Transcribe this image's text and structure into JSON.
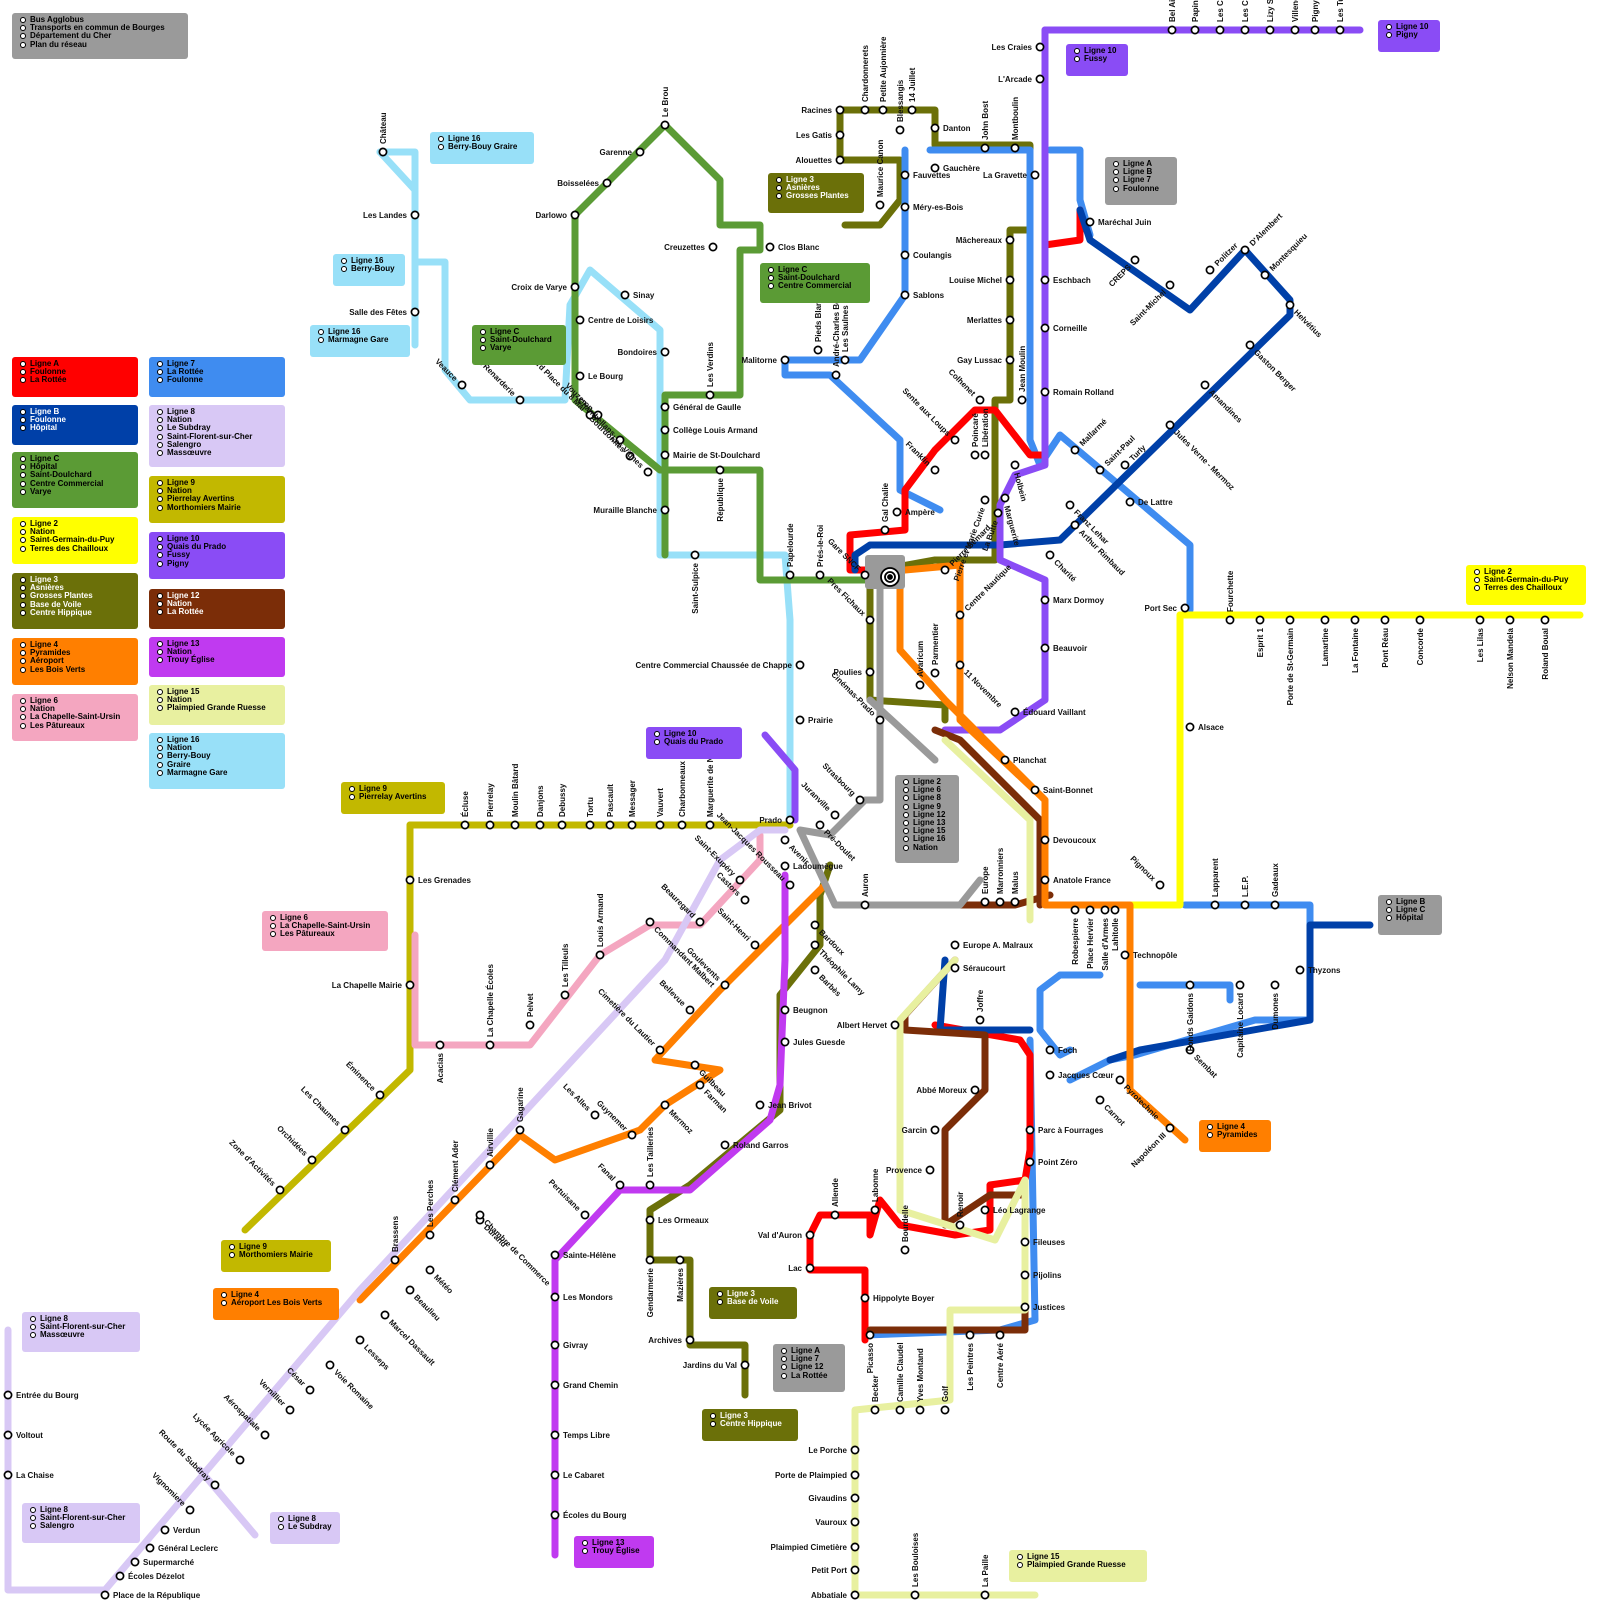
{
  "colors": {
    "A": "#ff0000",
    "B": "#0040a8",
    "C": "#5b9b35",
    "2": "#ffff00",
    "3": "#6b7009",
    "4": "#ff7f00",
    "6": "#f4a6c0",
    "7": "#3f8cf0",
    "8": "#d8c8f5",
    "9": "#c2b800",
    "10": "#8a4cf5",
    "12": "#7b2d08",
    "13": "#c03af0",
    "15": "#e8f0a0",
    "16": "#98e0f8",
    "gray": "#9a9a9a"
  },
  "icons": {
    "station": "station-circle-icon",
    "hub": "gare-sncf-hub-icon"
  },
  "header": {
    "lines": [
      "Bus Agglobus",
      "Transports en commun de Bourges",
      "Département du Cher",
      "Plan du réseau"
    ]
  },
  "legend": [
    {
      "id": "A",
      "color": "#ff0000",
      "text": "#000",
      "lines": [
        "Ligne A",
        "Foulonne",
        "La Rottée"
      ]
    },
    {
      "id": "B",
      "color": "#0040a8",
      "text": "#fff",
      "lines": [
        "Ligne B",
        "Foulonne",
        "Hôpital"
      ]
    },
    {
      "id": "C",
      "color": "#5b9b35",
      "text": "#000",
      "lines": [
        "Ligne C",
        "Hôpital",
        "Saint-Doulchard",
        "Centre Commercial",
        "Varye"
      ]
    },
    {
      "id": "2",
      "color": "#ffff00",
      "text": "#000",
      "lines": [
        "Ligne 2",
        "Nation",
        "Saint-Germain-du-Puy",
        "Terres des Chailloux"
      ]
    },
    {
      "id": "3",
      "color": "#6b7009",
      "text": "#fff",
      "lines": [
        "Ligne 3",
        "Asnières",
        "Grosses Plantes",
        "Base de Voile",
        "Centre Hippique"
      ]
    },
    {
      "id": "4",
      "color": "#ff7f00",
      "text": "#000",
      "lines": [
        "Ligne 4",
        "Pyramides",
        "Aéroport",
        "Les Bois Verts"
      ]
    },
    {
      "id": "6",
      "color": "#f4a6c0",
      "text": "#000",
      "lines": [
        "Ligne 6",
        "Nation",
        "La Chapelle-Saint-Ursin",
        "Les Pâtureaux"
      ]
    },
    {
      "id": "7",
      "color": "#3f8cf0",
      "text": "#000",
      "lines": [
        "Ligne 7",
        "La Rottée",
        "Foulonne"
      ]
    },
    {
      "id": "8",
      "color": "#d8c8f5",
      "text": "#000",
      "lines": [
        "Ligne 8",
        "Nation",
        "Le Subdray",
        "Saint-Florent-sur-Cher",
        "Salengro",
        "Massœuvre"
      ]
    },
    {
      "id": "9",
      "color": "#c2b800",
      "text": "#000",
      "lines": [
        "Ligne 9",
        "Nation",
        "Pierrelay Avertins",
        "Morthomiers Mairie"
      ]
    },
    {
      "id": "10",
      "color": "#8a4cf5",
      "text": "#000",
      "lines": [
        "Ligne 10",
        "Quais du Prado",
        "Fussy",
        "Pigny"
      ]
    },
    {
      "id": "12",
      "color": "#7b2d08",
      "text": "#fff",
      "lines": [
        "Ligne 12",
        "Nation",
        "La Rottée"
      ]
    },
    {
      "id": "13",
      "color": "#c03af0",
      "text": "#000",
      "lines": [
        "Ligne 13",
        "Nation",
        "Trouy Église"
      ]
    },
    {
      "id": "15",
      "color": "#e8f0a0",
      "text": "#000",
      "lines": [
        "Ligne 15",
        "Nation",
        "Plaimpied Grande Ruesse"
      ]
    },
    {
      "id": "16",
      "color": "#98e0f8",
      "text": "#000",
      "lines": [
        "Ligne 16",
        "Nation",
        "Berry-Bouy",
        "Graire",
        "Marmagne Gare"
      ]
    }
  ],
  "terminal_boxes": [
    {
      "color": "#8a4cf5",
      "lines": [
        "Ligne 10",
        "Pigny"
      ]
    },
    {
      "color": "#8a4cf5",
      "lines": [
        "Ligne 10",
        "Fussy"
      ]
    },
    {
      "color": "#9a9a9a",
      "lines": [
        "Ligne A",
        "Ligne B",
        "Ligne 7",
        "Foulonne"
      ]
    },
    {
      "color": "#6b7009",
      "lines": [
        "Ligne 3",
        "Asnières",
        "Grosses Plantes"
      ]
    },
    {
      "color": "#5b9b35",
      "lines": [
        "Ligne C",
        "Saint-Doulchard",
        "Centre Commercial"
      ]
    },
    {
      "color": "#98e0f8",
      "lines": [
        "Ligne 16",
        "Berry-Bouy Graire"
      ]
    },
    {
      "color": "#98e0f8",
      "lines": [
        "Ligne 16",
        "Berry-Bouy"
      ]
    },
    {
      "color": "#98e0f8",
      "lines": [
        "Ligne 16",
        "Marmagne Gare"
      ]
    },
    {
      "color": "#5b9b35",
      "lines": [
        "Ligne C",
        "Saint-Doulchard",
        "Varye"
      ]
    },
    {
      "color": "#ffff00",
      "lines": [
        "Ligne 2",
        "Saint-Germain-du-Puy",
        "Terres des Chailloux"
      ]
    },
    {
      "color": "#8a4cf5",
      "lines": [
        "Ligne 10",
        "Quais du Prado"
      ]
    },
    {
      "color": "#c2b800",
      "lines": [
        "Ligne 9",
        "Pierrelay Avertins"
      ]
    },
    {
      "color": "#9a9a9a",
      "lines": [
        "Ligne 2",
        "Ligne 6",
        "Ligne 8",
        "Ligne 9",
        "Ligne 12",
        "Ligne 13",
        "Ligne 15",
        "Ligne 16",
        "Nation"
      ]
    },
    {
      "color": "#f4a6c0",
      "lines": [
        "Ligne 6",
        "La Chapelle-Saint-Ursin",
        "Les Pâtureaux"
      ]
    },
    {
      "color": "#9a9a9a",
      "lines": [
        "Ligne B",
        "Ligne C",
        "Hôpital"
      ]
    },
    {
      "color": "#ff7f00",
      "lines": [
        "Ligne 4",
        "Pyramides"
      ]
    },
    {
      "color": "#c2b800",
      "lines": [
        "Ligne 9",
        "Morthomiers Mairie"
      ]
    },
    {
      "color": "#ff7f00",
      "lines": [
        "Ligne 4",
        "Aéroport Les Bois Verts"
      ]
    },
    {
      "color": "#6b7009",
      "lines": [
        "Ligne 3",
        "Base de Voile"
      ]
    },
    {
      "color": "#9a9a9a",
      "lines": [
        "Ligne A",
        "Ligne 7",
        "Ligne 12",
        "La Rottée"
      ]
    },
    {
      "color": "#6b7009",
      "lines": [
        "Ligne 3",
        "Centre Hippique"
      ]
    },
    {
      "color": "#d8c8f5",
      "lines": [
        "Ligne 8",
        "Saint-Florent-sur-Cher",
        "Massœuvre"
      ]
    },
    {
      "color": "#d8c8f5",
      "lines": [
        "Ligne 8",
        "Saint-Florent-sur-Cher",
        "Salengro"
      ]
    },
    {
      "color": "#d8c8f5",
      "lines": [
        "Ligne 8",
        "Le Subdray"
      ]
    },
    {
      "color": "#c03af0",
      "lines": [
        "Ligne 13",
        "Trouy Église"
      ]
    },
    {
      "color": "#e8f0a0",
      "lines": [
        "Ligne 15",
        "Plaimpied Grande Ruesse"
      ]
    }
  ],
  "stations": [
    "Les Craies",
    "L'Arcade",
    "Bel Air",
    "Papin",
    "Les Chardons",
    "Les Casseriaux",
    "Lizy St-Michel",
    "Villeneuve",
    "Pigny Mairie",
    "Les Tuileries",
    "Racines",
    "Chardonnerets",
    "Petite Aujonnière",
    "14 Juillet",
    "Les Gatis",
    "Blessangis",
    "Alouettes",
    "Danton",
    "John Bost",
    "Montboulin",
    "Gauchère",
    "Fauvettes",
    "La Gravette",
    "Méry-es-Bois",
    "Mâchereaux",
    "Maréchal Juin",
    "Clos Blanc",
    "Creuzettes",
    "Maurice Canon",
    "Coulangis",
    "Louise Michel",
    "Eschbach",
    "Sablons",
    "Merlattes",
    "Corneille",
    "Gay Lussac",
    "Romain Rolland",
    "Malitorne",
    "Pieds Blancs",
    "André-Charles Boulle",
    "Les Saulnes",
    "Sente aux Loups",
    "Colhenet",
    "Jean Moulin",
    "Franklin",
    "Libération",
    "Poincaré",
    "Holbein",
    "Marguerite",
    "Mallarmé",
    "Saint-Paul",
    "Turly",
    "De Lattre",
    "Franz Lehar",
    "Arthur Rimbaud",
    "Charité",
    "La Butte",
    "Pierre et Marie Curie",
    "Ampère",
    "Gal Chalie",
    "CREPS",
    "Saint-Michel",
    "Politzer",
    "D'Alembert",
    "Montesquieu",
    "Helvétius",
    "Gaston Berger",
    "Amandines",
    "Jules Verne - Mermoz",
    "Château",
    "Les Landes",
    "Salle des Fêtes",
    "Veauce",
    "La Renarderie",
    "Le Brou",
    "Garenne",
    "Boisselées",
    "Darlowo",
    "Croix de Varye",
    "Sinay",
    "Centre de Loisirs",
    "Bondoires",
    "Le Bourg",
    "St-Doulchard Place du 8 Mai",
    "Vouzeron",
    "Chambellans",
    "Bourdonnes",
    "Les Vignes",
    "Les Verdins",
    "Général de Gaulle",
    "Collège Louis Armand",
    "Mairie de St-Doulchard",
    "Muraille Blanche",
    "République",
    "Saint-Sulpice",
    "Papelourde",
    "Prés-le-Roi",
    "Gare SNCF",
    "Pres Fichaux",
    "Poulies",
    "Pierre Sémard",
    "Centre Nautique",
    "Parmentier",
    "11 Novembre",
    "Avaricum",
    "Marx Dormoy",
    "Beauvoir",
    "Édouard Vaillant",
    "Port Sec",
    "Fourchette",
    "Esprit 1",
    "Porte de St-Germain",
    "Lamartine",
    "La Fontaine",
    "Pont Réau",
    "Concorde",
    "Les Lilas",
    "Nelson Mandela",
    "Roland Boual",
    "Alsace",
    "Centre Commercial Chaussée de Chappe",
    "Prairie",
    "Cinémas-Prado",
    "Planchat",
    "Saint-Bonnet",
    "Devoucoux",
    "Anatole France",
    "Strasbourg",
    "Juranville",
    "Prado",
    "Pré-Doulet",
    "Avenir",
    "Ladoumègue",
    "Auron",
    "Europe",
    "Marronniers",
    "Malus",
    "Pignoux",
    "Lapparent",
    "L.E.P.",
    "Gadeaux",
    "Robespierre",
    "Place Hervier",
    "Salle d'Armes",
    "Lahitolle",
    "Technopôle",
    "Fonds Gaidons",
    "Capitaine Locard",
    "Dumones",
    "Thyzons",
    "Europe A. Malraux",
    "Séraucourt",
    "Joffre",
    "Albert Hervet",
    "Foch",
    "Jacques Cœur",
    "Abbé Moreux",
    "Carnot",
    "Pyrotechnie",
    "Sembat",
    "Napoléon III",
    "Parc à Fourrages",
    "Point Zéro",
    "Garcin",
    "Provence",
    "Léo Lagrange",
    "Renoir",
    "Fileuses",
    "Pijolins",
    "Justices",
    "Val d'Auron",
    "Allende",
    "Labonne",
    "Bourdelle",
    "Lac",
    "Hippolyte Boyer",
    "Picasso",
    "Les Peintres",
    "Centre Aéré",
    "Becker",
    "Camille Claudel",
    "Yves Montand",
    "Golf",
    "Le Porche",
    "Porte de Plaimpied",
    "Givaudins",
    "Vauroux",
    "Plaimpied Cimetière",
    "Petit Port",
    "Abbatiale",
    "Les Bouloises",
    "La Paille",
    "Écluse",
    "Pierrelay",
    "Moulin Bâtard",
    "Danjons",
    "Debussy",
    "Tortu",
    "Pascault",
    "Messager",
    "Vauvert",
    "Charbonneaux",
    "Marguerite de Navarre",
    "Les Grenades",
    "La Chapelle Mairie",
    "Acacias",
    "La Chapelle Écoles",
    "Pelvet",
    "Les Tilleuls",
    "Louis Armand",
    "Éminence",
    "Les Chaumes",
    "Orchidées",
    "Zone d'Activités",
    "Saint-Exupéry",
    "Castors",
    "Jean-Jacques Rousseau",
    "Beauregard",
    "Saint-Henri",
    "Commandant Malbert",
    "Goulevents",
    "Bellevue",
    "Cimetière du Lautier",
    "Guilbeau",
    "Farman",
    "Mermoz",
    "Guynemer",
    "Les Alles",
    "Gagarine",
    "Airvillie",
    "Clément Ader",
    "Les Perches",
    "Brassens",
    "Durand",
    "Météo",
    "Chambre de Commerce",
    "Beaulieu",
    "Marcel Dassault",
    "Lesseps",
    "Voie Romaine",
    "César",
    "Vernillier",
    "Aérospatiale",
    "Lycée Agricole",
    "Route du Subdray",
    "Vignomiere",
    "Verdun",
    "Général Leclerc",
    "Supermarché",
    "Écoles Dézelot",
    "Place de la République",
    "Entrée du Bourg",
    "Voltout",
    "La Chaise",
    "Bardoux",
    "Théophile Lamy",
    "Barbès",
    "Beugnon",
    "Jules Guesde",
    "Jean Brivot",
    "Roland Garros",
    "Fanal",
    "Les Tailleries",
    "Pertuisane",
    "Les Ormeaux",
    "Sainte-Hélène",
    "Les Mondors",
    "Givray",
    "Grand Chemin",
    "Temps Libre",
    "Le Cabaret",
    "Écoles du Bourg",
    "Gendarmerie",
    "Mazières",
    "Archives",
    "Jardins du Val"
  ]
}
